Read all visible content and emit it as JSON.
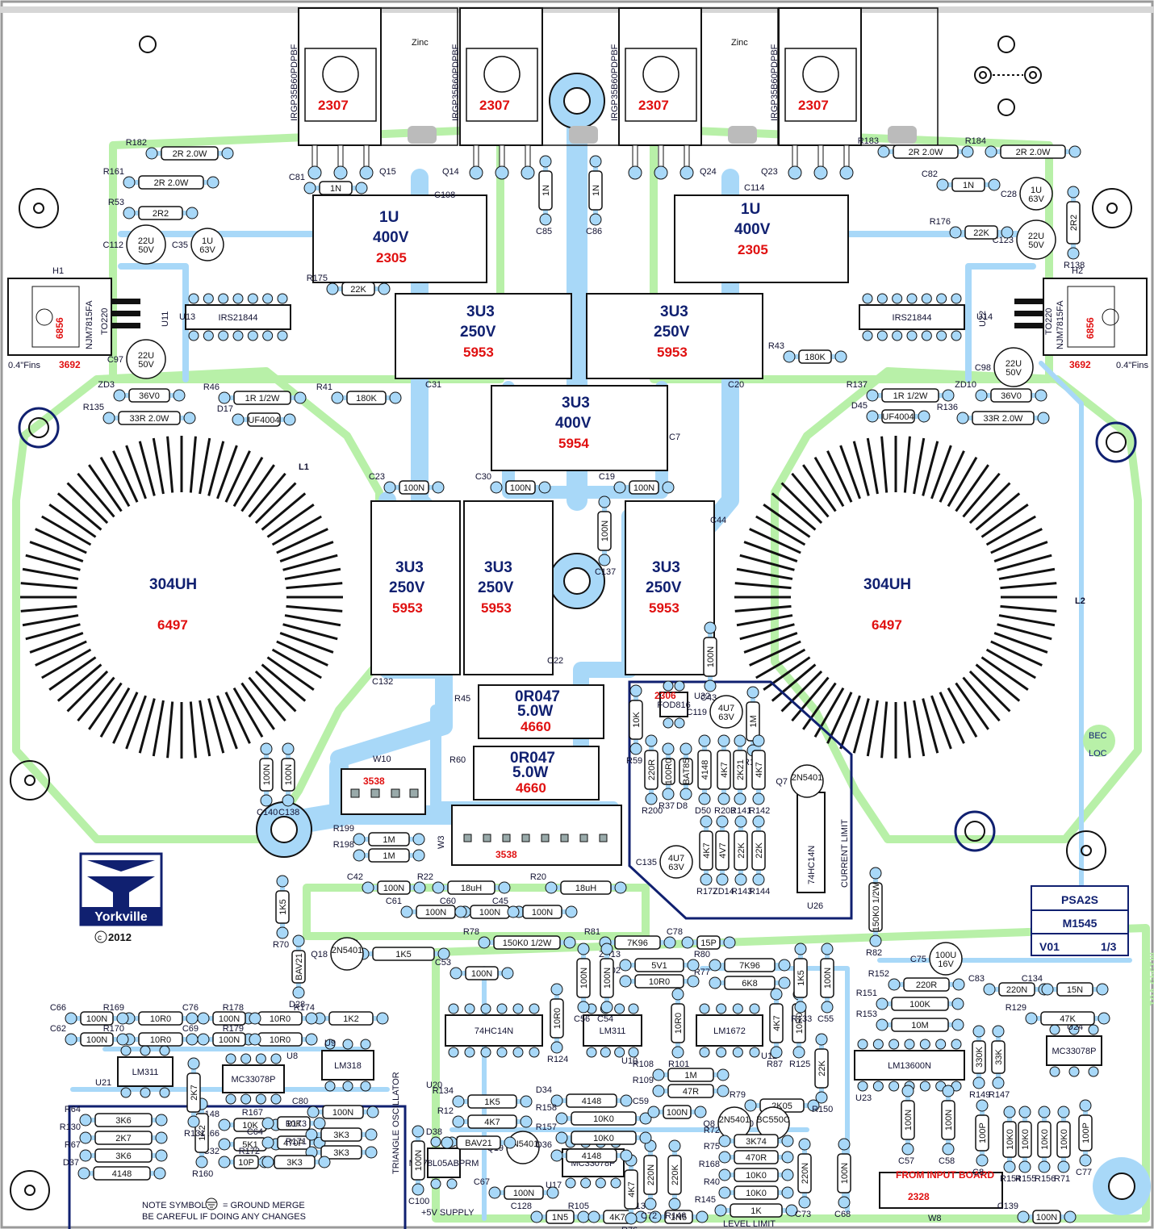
{
  "board": {
    "model_box": {
      "name": "PSA2S",
      "number": "M1545",
      "version": "V01",
      "sheet": "1/3"
    },
    "logo": {
      "brand": "Yorkville",
      "year": "2012"
    },
    "notes": {
      "ground_line1": "NOTE SYMBOL",
      "ground_line2": "= GROUND MERGE",
      "ground_line3": "BE CAREFUL  IF DOING ANY CHANGES",
      "triangle_oscillator": "TRIANGLE OSCILLATOR",
      "current_limit": "CURRENT LIMIT",
      "level_limit": "LEVEL LIMIT",
      "supply": "+5V SUPPLY",
      "from_input": "FROM INPUT BOARD",
      "bec": "BEC",
      "loc": "LOC",
      "mirror_text": "M1545  V01"
    },
    "colors": {
      "trace": "#a8d8f8",
      "silk": "#b8f0a8",
      "red": "#e01010",
      "navy": "#102070"
    },
    "transistors_top": [
      {
        "part": "IRGP35B60PDPBF",
        "code": "2307",
        "ref": "Q15"
      },
      {
        "part": "IRGP35B60PDPBF",
        "code": "2307",
        "ref": "Q14"
      },
      {
        "part": "IRGP35B60PDPBF",
        "code": "2307",
        "ref": "Q24"
      },
      {
        "part": "IRGP35B60PDPBF",
        "code": "2307",
        "ref": "Q23"
      }
    ],
    "zinc": "Zinc",
    "caps_big": [
      {
        "val": "1U",
        "volt": "400V",
        "code": "2305",
        "ref": "C108"
      },
      {
        "val": "1U",
        "volt": "400V",
        "code": "2305",
        "ref": "C114"
      },
      {
        "val": "3U3",
        "volt": "250V",
        "code": "5953",
        "ref": "C31"
      },
      {
        "val": "3U3",
        "volt": "250V",
        "code": "5953",
        "ref": "C20"
      },
      {
        "val": "3U3",
        "volt": "400V",
        "code": "5954",
        "ref": "C7"
      },
      {
        "val": "3U3",
        "volt": "250V",
        "code": "5953",
        "ref": "C132"
      },
      {
        "val": "3U3",
        "volt": "250V",
        "code": "5953",
        "ref": "C22"
      },
      {
        "val": "3U3",
        "volt": "250V",
        "code": "5953",
        "ref": "C44"
      }
    ],
    "inductors": [
      {
        "val": "304UH",
        "code": "6497",
        "ref": "L1"
      },
      {
        "val": "304UH",
        "code": "6497",
        "ref": "L2"
      }
    ],
    "shunts": [
      {
        "val": "0R047",
        "power": "5.0W",
        "code": "4660",
        "ref": "R45"
      },
      {
        "val": "0R047",
        "power": "5.0W",
        "code": "4660",
        "ref": "R60"
      }
    ],
    "regulators": [
      {
        "part": "NJM7815FA",
        "code": "6856",
        "pkg": "TO220",
        "heat": "3692",
        "fins": "0.4\"Fins",
        "ref": "U11",
        "hs": "H1"
      },
      {
        "part": "NJM7815FA",
        "code": "6856",
        "pkg": "TO220",
        "heat": "3692",
        "fins": "0.4\"Fins",
        "ref": "U22",
        "hs": "H2"
      }
    ],
    "connectors": [
      {
        "code": "3538",
        "ref": "W10"
      },
      {
        "code": "3538",
        "ref": "W3"
      },
      {
        "code": "2328",
        "ref": "W8"
      },
      {
        "code": "2306",
        "ref": "U32"
      }
    ],
    "ics": [
      {
        "part": "IRS21844",
        "ref": "U13"
      },
      {
        "part": "IRS21844",
        "ref": "U14"
      },
      {
        "part": "74HC14N",
        "ref": "U26"
      },
      {
        "part": "74HC14N",
        "ref": "U20"
      },
      {
        "part": "LM311",
        "ref": "U10"
      },
      {
        "part": "LM1672",
        "ref": "U12"
      },
      {
        "part": "LM13600N",
        "ref": "U23"
      },
      {
        "part": "MC33078P",
        "ref": "U24"
      },
      {
        "part": "LM311",
        "ref": "U21"
      },
      {
        "part": "MC33078P",
        "ref": "U8"
      },
      {
        "part": "LM318",
        "ref": "U9"
      },
      {
        "part": "MC33078P",
        "ref": "U17"
      },
      {
        "part": "MC78L05ABPRM",
        "ref": "U29"
      },
      {
        "part": "FOD816",
        "ref": "U32"
      }
    ],
    "small_parts": [
      {
        "ref": "R182",
        "val": "2R 2.0W"
      },
      {
        "ref": "R161",
        "val": "2R 2.0W"
      },
      {
        "ref": "R53",
        "val": "2R2"
      },
      {
        "ref": "R183",
        "val": "2R 2.0W"
      },
      {
        "ref": "R184",
        "val": "2R 2.0W"
      },
      {
        "ref": "R138",
        "val": "2R2"
      },
      {
        "ref": "C112",
        "val": "22U 50V"
      },
      {
        "ref": "C35",
        "val": "1U 63V"
      },
      {
        "ref": "C28",
        "val": "1U 63V"
      },
      {
        "ref": "C123",
        "val": "22U 50V"
      },
      {
        "ref": "C97",
        "val": "22U 50V"
      },
      {
        "ref": "C98",
        "val": "22U 50V"
      },
      {
        "ref": "R135",
        "val": "33R 2.0W"
      },
      {
        "ref": "R136",
        "val": "33R 2.0W"
      },
      {
        "ref": "ZD3",
        "val": "36V0"
      },
      {
        "ref": "ZD10",
        "val": "36V0"
      },
      {
        "ref": "R46",
        "val": "1R 1/2W"
      },
      {
        "ref": "R137",
        "val": "1R 1/2W"
      },
      {
        "ref": "D17",
        "val": "UF4004"
      },
      {
        "ref": "D45",
        "val": "UF4004"
      },
      {
        "ref": "R41",
        "val": "180K"
      },
      {
        "ref": "R43",
        "val": "180K"
      },
      {
        "ref": "R175",
        "val": "22K"
      },
      {
        "ref": "R176",
        "val": "22K"
      },
      {
        "ref": "C81",
        "val": "1N"
      },
      {
        "ref": "C85",
        "val": "1N"
      },
      {
        "ref": "C86",
        "val": "1N"
      },
      {
        "ref": "C82",
        "val": "1N"
      },
      {
        "ref": "R199",
        "val": "1M"
      },
      {
        "ref": "R198",
        "val": "1M"
      },
      {
        "ref": "R22",
        "val": "18uH"
      },
      {
        "ref": "R20",
        "val": "18uH"
      },
      {
        "ref": "C42",
        "val": "100N"
      },
      {
        "ref": "C61",
        "val": "100N"
      },
      {
        "ref": "C60",
        "val": "100N"
      },
      {
        "ref": "C45",
        "val": "100N"
      },
      {
        "ref": "R63",
        "val": "1K5"
      },
      {
        "ref": "R78",
        "val": "150K0 1/2W"
      },
      {
        "ref": "R81",
        "val": "7K96"
      },
      {
        "ref": "C78",
        "val": "15P"
      },
      {
        "ref": "R80",
        "val": "7K96"
      },
      {
        "ref": "R77",
        "val": "6K8"
      },
      {
        "ref": "R152",
        "val": "220R"
      },
      {
        "ref": "R151",
        "val": "100K"
      },
      {
        "ref": "R153",
        "val": "10M"
      },
      {
        "ref": "C83",
        "val": "220N"
      },
      {
        "ref": "C134",
        "val": "15N"
      },
      {
        "ref": "R129",
        "val": "47K"
      },
      {
        "ref": "R82",
        "val": "150K0 1/2W"
      },
      {
        "ref": "C75",
        "val": "100U 16V"
      },
      {
        "ref": "R108",
        "val": "1M"
      },
      {
        "ref": "R109",
        "val": "47R"
      },
      {
        "ref": "R79",
        "val": "2K05"
      },
      {
        "ref": "Q10",
        "val": "BC550C"
      },
      {
        "ref": "Q8",
        "val": "2N5401"
      },
      {
        "ref": "Q18",
        "val": "2N5401"
      },
      {
        "ref": "Q19",
        "val": "2N5401"
      },
      {
        "ref": "Q7",
        "val": "2N5401"
      },
      {
        "ref": "R72",
        "val": "3K74"
      },
      {
        "ref": "R75",
        "val": "470R"
      },
      {
        "ref": "R168",
        "val": "10K0"
      },
      {
        "ref": "R40",
        "val": "10K0"
      },
      {
        "ref": "R145",
        "val": "1K"
      },
      {
        "ref": "C133",
        "val": "1N5"
      },
      {
        "ref": "C128",
        "val": "1N5"
      },
      {
        "ref": "R105",
        "val": "4K7"
      },
      {
        "ref": "C67",
        "val": "100N"
      },
      {
        "ref": "C100",
        "val": "100N"
      },
      {
        "ref": "C139",
        "val": "100N"
      },
      {
        "ref": "C57",
        "val": "100N"
      },
      {
        "ref": "C58",
        "val": "100N"
      },
      {
        "ref": "C8",
        "val": "100P"
      },
      {
        "ref": "C77",
        "val": "100P"
      },
      {
        "ref": "R154",
        "val": "10K0"
      },
      {
        "ref": "R155",
        "val": "10K0"
      },
      {
        "ref": "R156",
        "val": "10K0"
      },
      {
        "ref": "R71",
        "val": "10K0"
      },
      {
        "ref": "R149",
        "val": "330K"
      },
      {
        "ref": "R147",
        "val": "33K"
      },
      {
        "ref": "R150",
        "val": "22K"
      },
      {
        "ref": "C68",
        "val": "100N"
      },
      {
        "ref": "C73",
        "val": "220N"
      },
      {
        "ref": "C72",
        "val": "220N"
      },
      {
        "ref": "R146",
        "val": "220K"
      },
      {
        "ref": "R76",
        "val": "4K7"
      },
      {
        "ref": "R134",
        "val": "1K5"
      },
      {
        "ref": "R12",
        "val": "4K7"
      },
      {
        "ref": "D38",
        "val": "BAV21"
      },
      {
        "ref": "D34",
        "val": "4148"
      },
      {
        "ref": "D36",
        "val": "4148"
      },
      {
        "ref": "R158",
        "val": "10K0"
      },
      {
        "ref": "R157",
        "val": "10K0"
      },
      {
        "ref": "R70",
        "val": "1K5"
      },
      {
        "ref": "D28",
        "val": "BAV21"
      },
      {
        "ref": "R64",
        "val": "3K6"
      },
      {
        "ref": "R130",
        "val": "2K7"
      },
      {
        "ref": "R67",
        "val": "3K6"
      },
      {
        "ref": "D37",
        "val": "4148"
      },
      {
        "ref": "R166",
        "val": "5K1"
      },
      {
        "ref": "R148",
        "val": "10K"
      },
      {
        "ref": "R167",
        "val": "10K"
      },
      {
        "ref": "C64",
        "val": "470P"
      },
      {
        "ref": "R173",
        "val": "3K3"
      },
      {
        "ref": "R171",
        "val": "3K3"
      },
      {
        "ref": "R172",
        "val": "3K3"
      },
      {
        "ref": "C32",
        "val": "10P"
      },
      {
        "ref": "R160",
        "val": "1K2"
      },
      {
        "ref": "R131",
        "val": "2K7"
      },
      {
        "ref": "C80",
        "val": "100N"
      },
      {
        "ref": "R174",
        "val": "1K2"
      },
      {
        "ref": "R169",
        "val": "10R0"
      },
      {
        "ref": "R170",
        "val": "10R0"
      },
      {
        "ref": "R178",
        "val": "10R0"
      },
      {
        "ref": "R179",
        "val": "10R0"
      },
      {
        "ref": "C66",
        "val": "100N"
      },
      {
        "ref": "C62",
        "val": "100N"
      },
      {
        "ref": "C76",
        "val": "100N"
      },
      {
        "ref": "C69",
        "val": "100N"
      },
      {
        "ref": "C140",
        "val": "100N"
      },
      {
        "ref": "C138",
        "val": "100N"
      },
      {
        "ref": "C23",
        "val": "100N"
      },
      {
        "ref": "C30",
        "val": "100N"
      },
      {
        "ref": "C19",
        "val": "100N"
      },
      {
        "ref": "C137",
        "val": "100N"
      },
      {
        "ref": "C43",
        "val": "100N"
      },
      {
        "ref": "C119",
        "val": "4U7 63V"
      },
      {
        "ref": "C135",
        "val": "4U7 63V"
      },
      {
        "ref": "R140",
        "val": "1M"
      },
      {
        "ref": "R59",
        "val": "10K"
      },
      {
        "ref": "R200",
        "val": "220R"
      },
      {
        "ref": "R37",
        "val": "100R0"
      },
      {
        "ref": "D8",
        "val": "BAT85"
      },
      {
        "ref": "D50",
        "val": "4148"
      },
      {
        "ref": "R203",
        "val": "4K7"
      },
      {
        "ref": "R141",
        "val": "2K21"
      },
      {
        "ref": "R142",
        "val": "4K7"
      },
      {
        "ref": "R177",
        "val": "4K7"
      },
      {
        "ref": "ZD14",
        "val": "4V7"
      },
      {
        "ref": "R143",
        "val": "22K"
      },
      {
        "ref": "R144",
        "val": "22K"
      },
      {
        "ref": "ZD13",
        "val": "5V1"
      },
      {
        "ref": "R102",
        "val": "10R0"
      },
      {
        "ref": "R101",
        "val": "10R0"
      },
      {
        "ref": "R87",
        "val": "4K7"
      },
      {
        "ref": "R125",
        "val": "10R0"
      },
      {
        "ref": "R124",
        "val": "10R0"
      },
      {
        "ref": "R133",
        "val": "1K5"
      },
      {
        "ref": "C55",
        "val": "100N"
      },
      {
        "ref": "C56",
        "val": "100N"
      },
      {
        "ref": "C54",
        "val": "100N"
      },
      {
        "ref": "C53",
        "val": "100N"
      },
      {
        "ref": "C59",
        "val": "100N"
      },
      {
        "ref": "C41",
        "val": "1N5"
      }
    ]
  }
}
